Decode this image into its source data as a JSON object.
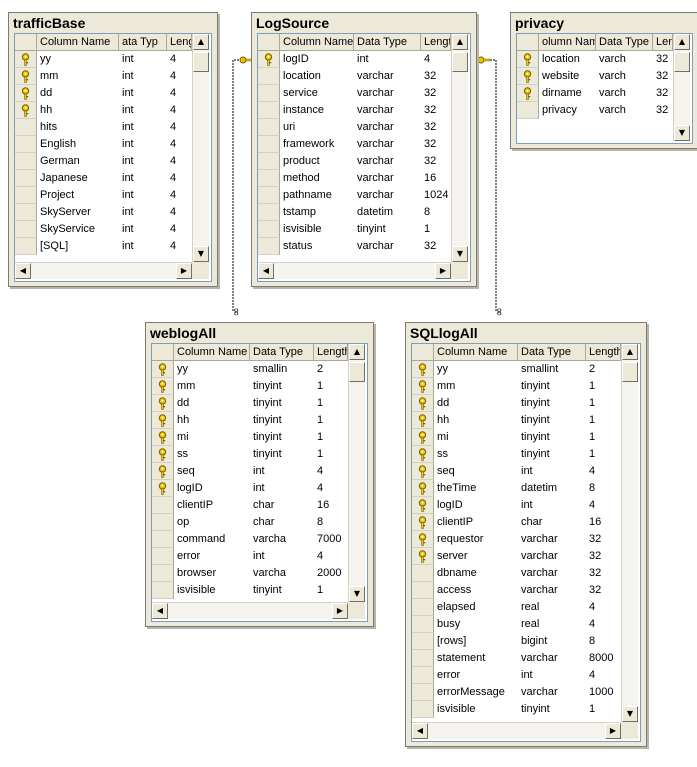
{
  "headers": {
    "column_name": "Column Name",
    "data_type": "Data Type",
    "length": "Length"
  },
  "tables": [
    {
      "id": "trafficBase",
      "title": "trafficBase",
      "header_labels": [
        "Column Name",
        "ata Typ",
        "Length"
      ],
      "rows": [
        {
          "key": true,
          "name": "yy",
          "type": "int",
          "length": "4"
        },
        {
          "key": true,
          "name": "mm",
          "type": "int",
          "length": "4"
        },
        {
          "key": true,
          "name": "dd",
          "type": "int",
          "length": "4"
        },
        {
          "key": true,
          "name": "hh",
          "type": "int",
          "length": "4"
        },
        {
          "key": false,
          "name": "hits",
          "type": "int",
          "length": "4"
        },
        {
          "key": false,
          "name": "English",
          "type": "int",
          "length": "4"
        },
        {
          "key": false,
          "name": "German",
          "type": "int",
          "length": "4"
        },
        {
          "key": false,
          "name": "Japanese",
          "type": "int",
          "length": "4"
        },
        {
          "key": false,
          "name": "Project",
          "type": "int",
          "length": "4"
        },
        {
          "key": false,
          "name": "SkyServer",
          "type": "int",
          "length": "4"
        },
        {
          "key": false,
          "name": "SkyService",
          "type": "int",
          "length": "4"
        },
        {
          "key": false,
          "name": "[SQL]",
          "type": "int",
          "length": "4"
        }
      ]
    },
    {
      "id": "LogSource",
      "title": "LogSource",
      "header_labels": [
        "Column Name",
        "Data Type",
        "Length"
      ],
      "rows": [
        {
          "key": true,
          "name": "logID",
          "type": "int",
          "length": "4"
        },
        {
          "key": false,
          "name": "location",
          "type": "varchar",
          "length": "32"
        },
        {
          "key": false,
          "name": "service",
          "type": "varchar",
          "length": "32"
        },
        {
          "key": false,
          "name": "instance",
          "type": "varchar",
          "length": "32"
        },
        {
          "key": false,
          "name": "uri",
          "type": "varchar",
          "length": "32"
        },
        {
          "key": false,
          "name": "framework",
          "type": "varchar",
          "length": "32"
        },
        {
          "key": false,
          "name": "product",
          "type": "varchar",
          "length": "32"
        },
        {
          "key": false,
          "name": "method",
          "type": "varchar",
          "length": "16"
        },
        {
          "key": false,
          "name": "pathname",
          "type": "varchar",
          "length": "1024"
        },
        {
          "key": false,
          "name": "tstamp",
          "type": "datetim",
          "length": "8"
        },
        {
          "key": false,
          "name": "isvisible",
          "type": "tinyint",
          "length": "1"
        },
        {
          "key": false,
          "name": "status",
          "type": "varchar",
          "length": "32"
        }
      ]
    },
    {
      "id": "privacy",
      "title": "privacy",
      "header_labels": [
        "olumn Nam",
        "Data Type",
        "Leng"
      ],
      "rows": [
        {
          "key": true,
          "name": "location",
          "type": "varch",
          "length": "32"
        },
        {
          "key": true,
          "name": "website",
          "type": "varch",
          "length": "32"
        },
        {
          "key": true,
          "name": "dirname",
          "type": "varch",
          "length": "32"
        },
        {
          "key": false,
          "name": "privacy",
          "type": "varch",
          "length": "32"
        }
      ]
    },
    {
      "id": "weblogAll",
      "title": "weblogAll",
      "header_labels": [
        "Column Name",
        "Data Type",
        "Length"
      ],
      "rows": [
        {
          "key": true,
          "name": "yy",
          "type": "smallin",
          "length": "2"
        },
        {
          "key": true,
          "name": "mm",
          "type": "tinyint",
          "length": "1"
        },
        {
          "key": true,
          "name": "dd",
          "type": "tinyint",
          "length": "1"
        },
        {
          "key": true,
          "name": "hh",
          "type": "tinyint",
          "length": "1"
        },
        {
          "key": true,
          "name": "mi",
          "type": "tinyint",
          "length": "1"
        },
        {
          "key": true,
          "name": "ss",
          "type": "tinyint",
          "length": "1"
        },
        {
          "key": true,
          "name": "seq",
          "type": "int",
          "length": "4"
        },
        {
          "key": true,
          "name": "logID",
          "type": "int",
          "length": "4"
        },
        {
          "key": false,
          "name": "clientIP",
          "type": "char",
          "length": "16"
        },
        {
          "key": false,
          "name": "op",
          "type": "char",
          "length": "8"
        },
        {
          "key": false,
          "name": "command",
          "type": "varcha",
          "length": "7000"
        },
        {
          "key": false,
          "name": "error",
          "type": "int",
          "length": "4"
        },
        {
          "key": false,
          "name": "browser",
          "type": "varcha",
          "length": "2000"
        },
        {
          "key": false,
          "name": "isvisible",
          "type": "tinyint",
          "length": "1"
        }
      ]
    },
    {
      "id": "SQLlogAll",
      "title": "SQLlogAll",
      "header_labels": [
        "Column Name",
        "Data Type",
        "Length"
      ],
      "rows": [
        {
          "key": true,
          "name": "yy",
          "type": "smallint",
          "length": "2"
        },
        {
          "key": true,
          "name": "mm",
          "type": "tinyint",
          "length": "1"
        },
        {
          "key": true,
          "name": "dd",
          "type": "tinyint",
          "length": "1"
        },
        {
          "key": true,
          "name": "hh",
          "type": "tinyint",
          "length": "1"
        },
        {
          "key": true,
          "name": "mi",
          "type": "tinyint",
          "length": "1"
        },
        {
          "key": true,
          "name": "ss",
          "type": "tinyint",
          "length": "1"
        },
        {
          "key": true,
          "name": "seq",
          "type": "int",
          "length": "4"
        },
        {
          "key": true,
          "name": "theTime",
          "type": "datetim",
          "length": "8"
        },
        {
          "key": true,
          "name": "logID",
          "type": "int",
          "length": "4"
        },
        {
          "key": true,
          "name": "clientIP",
          "type": "char",
          "length": "16"
        },
        {
          "key": true,
          "name": "requestor",
          "type": "varchar",
          "length": "32"
        },
        {
          "key": true,
          "name": "server",
          "type": "varchar",
          "length": "32"
        },
        {
          "key": false,
          "name": "dbname",
          "type": "varchar",
          "length": "32"
        },
        {
          "key": false,
          "name": "access",
          "type": "varchar",
          "length": "32"
        },
        {
          "key": false,
          "name": "elapsed",
          "type": "real",
          "length": "4"
        },
        {
          "key": false,
          "name": "busy",
          "type": "real",
          "length": "4"
        },
        {
          "key": false,
          "name": "[rows]",
          "type": "bigint",
          "length": "8"
        },
        {
          "key": false,
          "name": "statement",
          "type": "varchar",
          "length": "8000"
        },
        {
          "key": false,
          "name": "error",
          "type": "int",
          "length": "4"
        },
        {
          "key": false,
          "name": "errorMessage",
          "type": "varchar",
          "length": "1000"
        },
        {
          "key": false,
          "name": "isvisible",
          "type": "tinyint",
          "length": "1"
        }
      ]
    }
  ],
  "icons": {
    "key": "primary-key-icon",
    "scroll_up": "up-arrow",
    "scroll_down": "down-arrow",
    "scroll_left": "left-arrow",
    "scroll_right": "right-arrow"
  },
  "colors": {
    "panel": "#ece9d8",
    "key": "#d4b000",
    "link": "#000000"
  }
}
